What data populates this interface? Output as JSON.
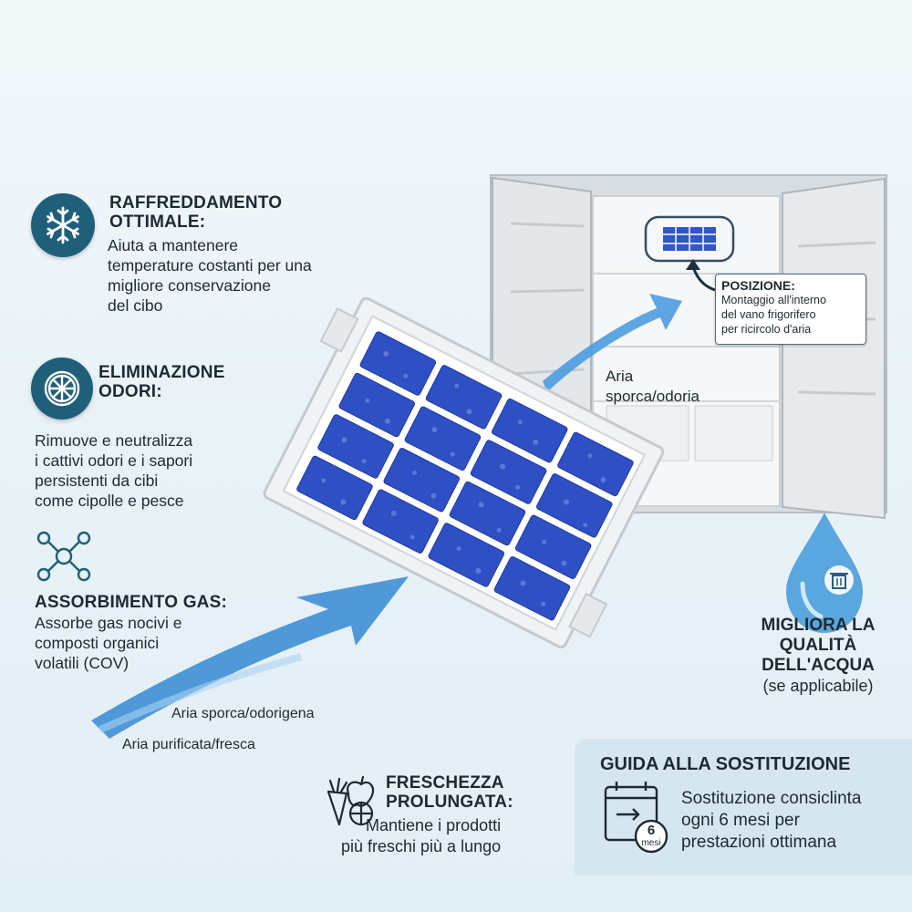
{
  "features": {
    "cooling": {
      "title": "RAFFREDDAMENTO\nOTTIMALE:",
      "body": "Aiuta a mantenere\ntemperature costanti per una\nmigliore conservazione\ndel cibo",
      "icon": "snowflake-icon"
    },
    "odor": {
      "title": "ELIMINAZIONE\nODORI:",
      "body": "Rimuove e neutralizza\ni cattivi odori e i sapori\npersistenti da cibi\ncome cipolle e pesce",
      "icon": "citrus-slice-icon"
    },
    "gas": {
      "title": "ASSORBIMENTO GAS:",
      "body": "Assorbe gas nocivi e\ncomposti organici\nvolatili (COV)",
      "icon": "molecule-icon"
    },
    "freshness": {
      "title": "FRESCHEZZA\nPROLUNGATA:",
      "body": "Mantiene i prodotti\npiù freschi più a lungo",
      "icon": "fruit-vegetable-icon"
    }
  },
  "airflow": {
    "dirty_label": "Aria sporca/odorigena",
    "clean_label": "Aria purificata/fresca",
    "fridge_label": "Aria\nsporca/odoria"
  },
  "position": {
    "title": "POSIZIONE:",
    "body": "Montaggio all'interno\ndel vano frigorifero\nper ricircolo d'aria"
  },
  "water": {
    "title": "MIGLIORA LA\nQUALITÀ\nDELL'ACQUA",
    "subtitle": "(se applicabile)",
    "icon": "water-drop-icon"
  },
  "replacement": {
    "title": "GUIDA ALLA SOSTITUZIONE",
    "body": "Sostituzione consiclinta\nogni 6 mesi per\nprestazioni ottimana",
    "badge_number": "6",
    "badge_unit": "mesi",
    "icon": "calendar-icon"
  },
  "colors": {
    "badge": "#1f5f7a",
    "arrow": "#3f8fd6",
    "filter_blue": "#2f4fc4",
    "panel": "#d5e6f0"
  }
}
